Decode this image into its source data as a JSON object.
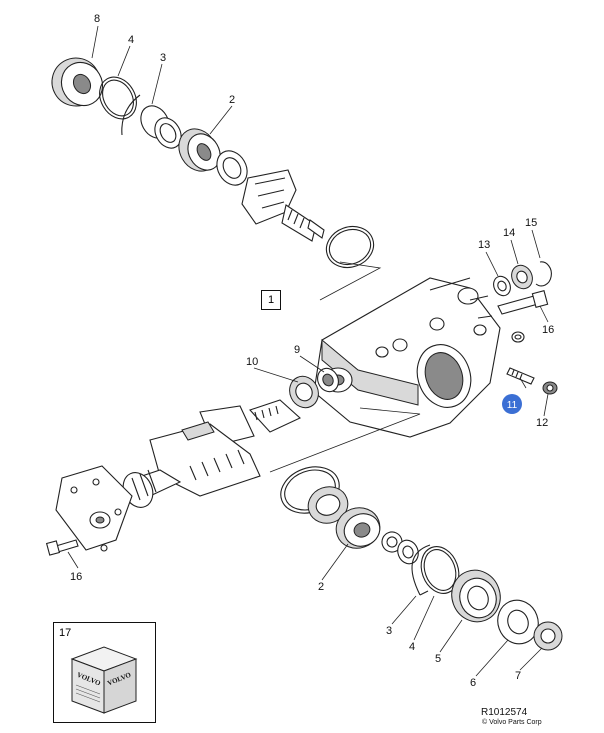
{
  "diagram": {
    "reference_code": "R1012574",
    "copyright": "© Volvo Parts Corp",
    "assembly_label": "1",
    "kit_label": "17",
    "kit_box_brand": "VOLVO",
    "highlight_color": "#3b6fd4",
    "callouts": {
      "c8": "8",
      "c4a": "4",
      "c3a": "3",
      "c2a": "2",
      "c13": "13",
      "c14": "14",
      "c15": "15",
      "c16a": "16",
      "c10": "10",
      "c9": "9",
      "c11": "11",
      "c12": "12",
      "c16b": "16",
      "c2b": "2",
      "c3b": "3",
      "c4b": "4",
      "c5": "5",
      "c6": "6",
      "c7": "7"
    }
  }
}
